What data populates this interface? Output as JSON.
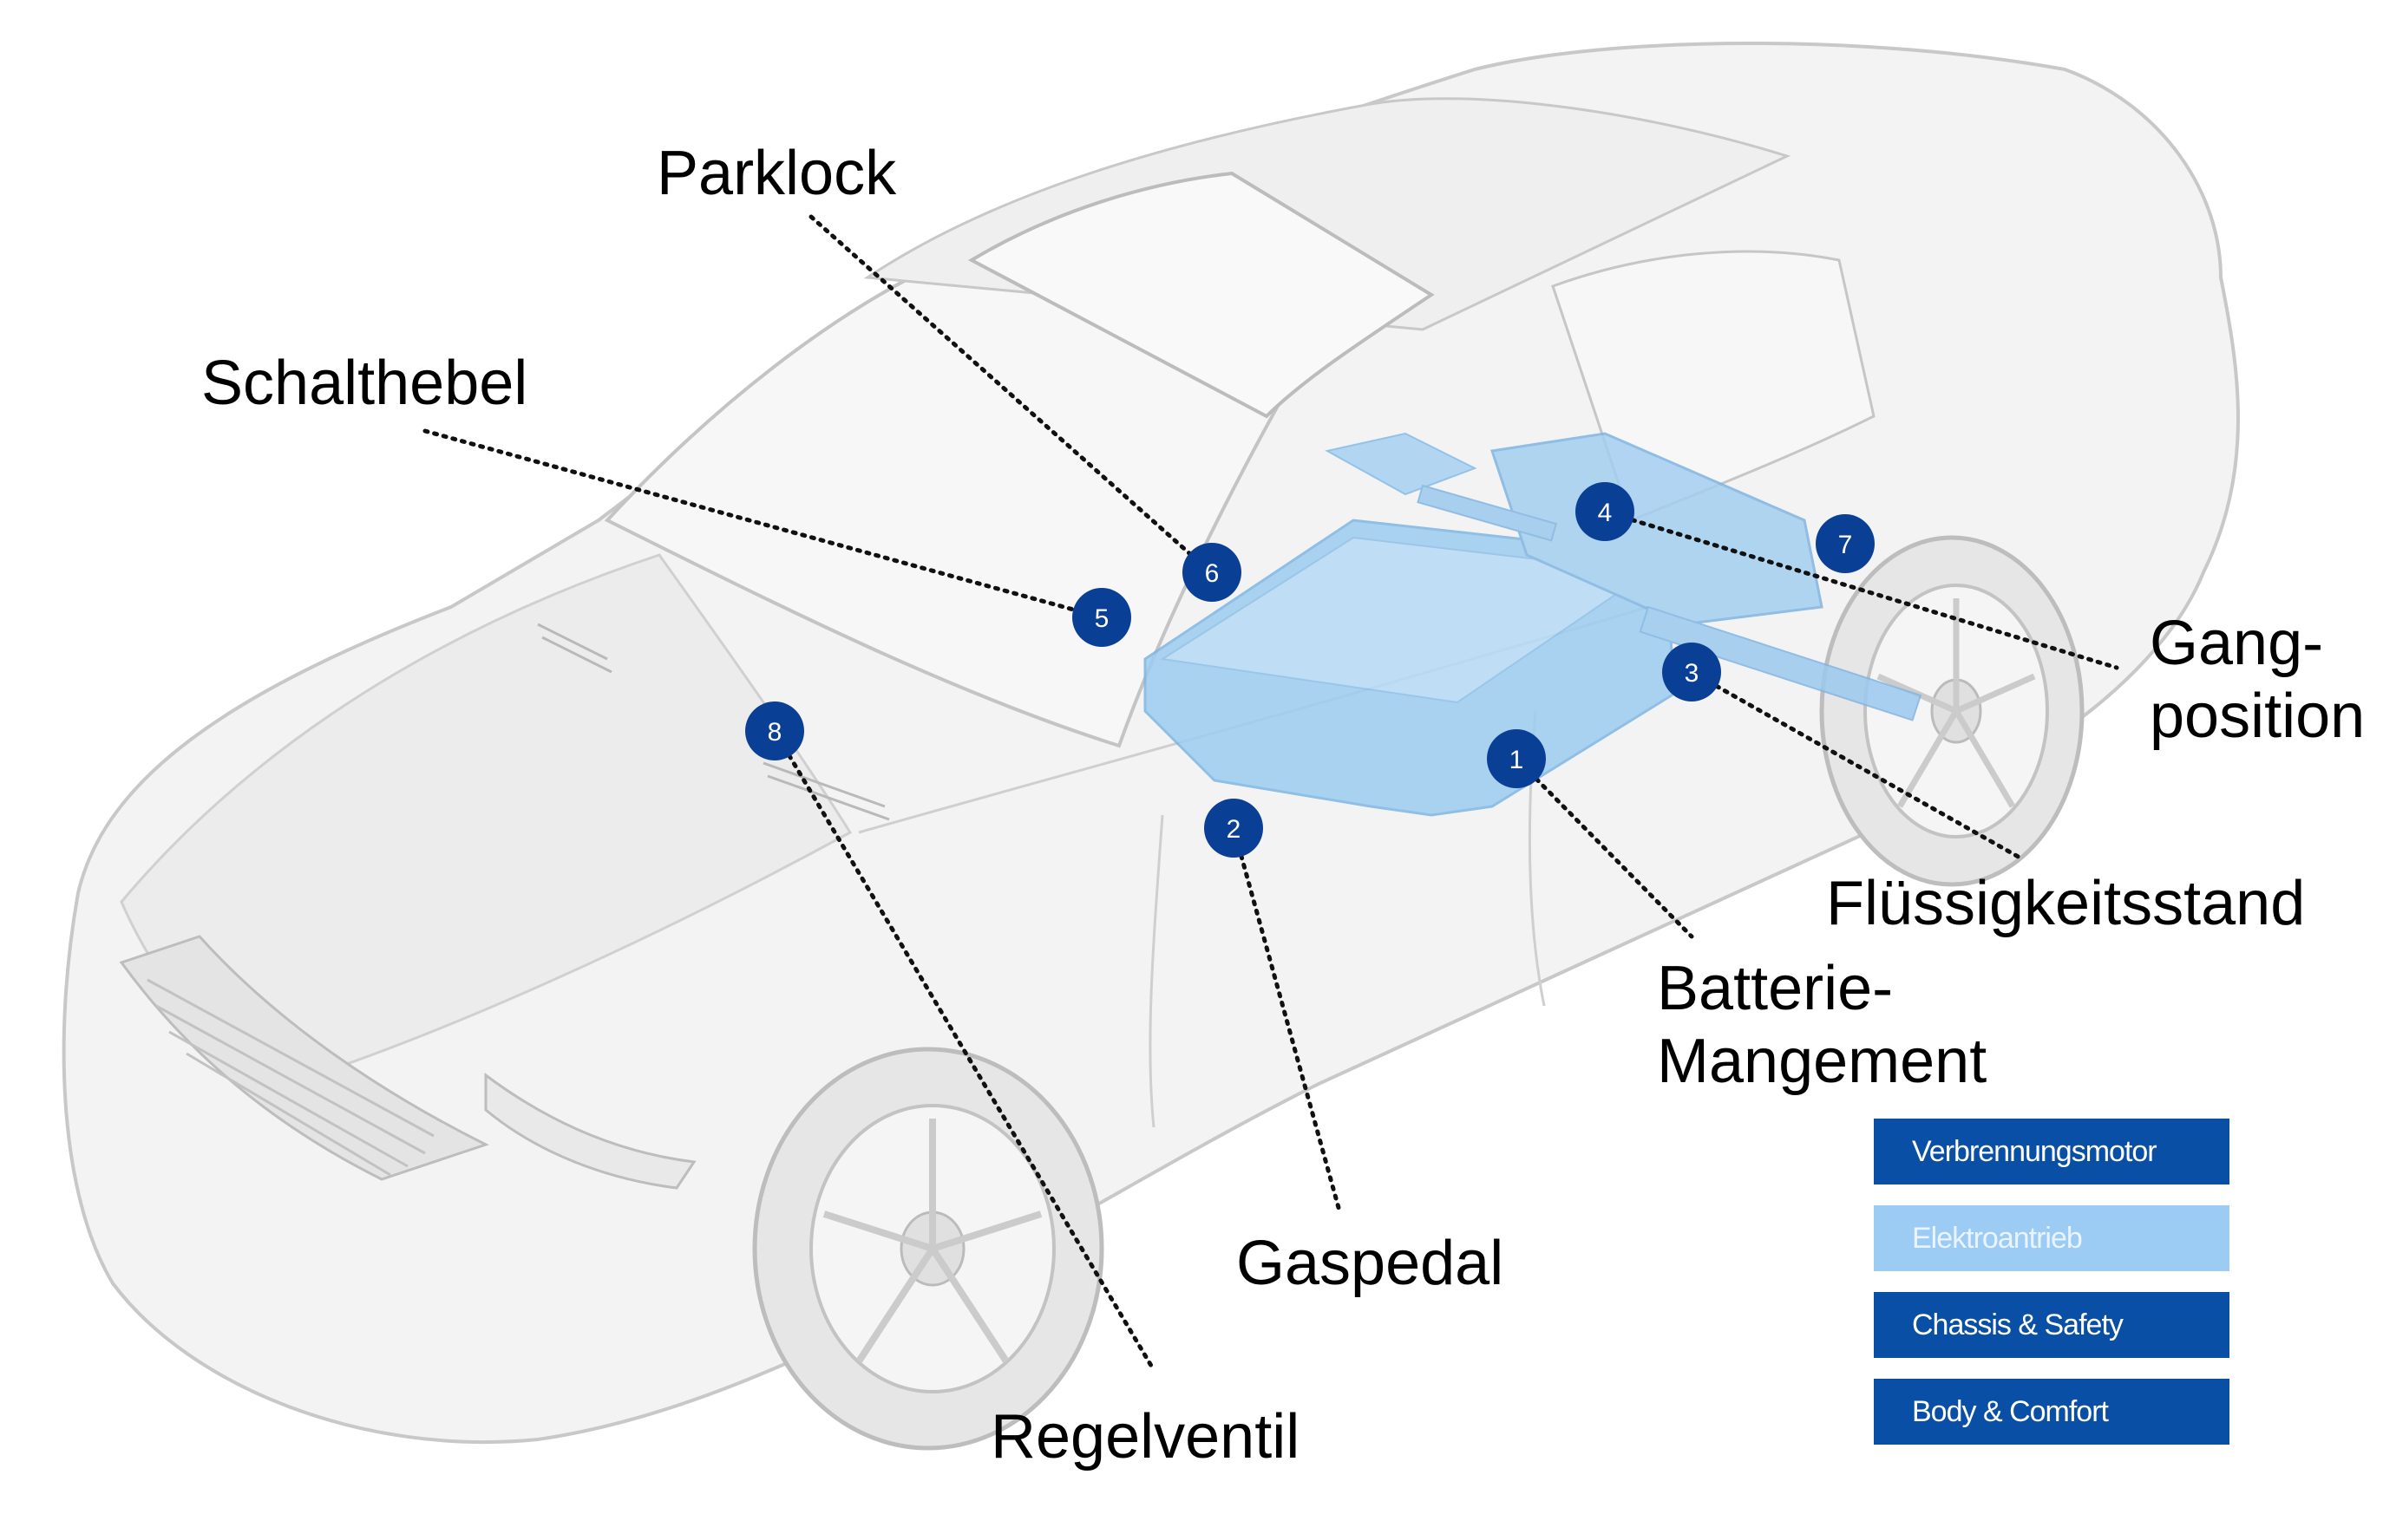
{
  "labels": {
    "parklock": "Parklock",
    "schalthebel": "Schalthebel",
    "gangposition": "Gang-\nposition",
    "fluessigkeitsstand": "Flüssigkeitsstand",
    "batterie": "Batterie-\nMangement",
    "gaspedal": "Gaspedal",
    "regelventil": "Regelventil"
  },
  "markers": [
    "1",
    "2",
    "3",
    "4",
    "5",
    "6",
    "7",
    "8"
  ],
  "legend": {
    "items": [
      {
        "label": "Verbrennungsmotor",
        "bg": "#0a4fa6",
        "fg": "#ffffff"
      },
      {
        "label": "Elektroantrieb",
        "bg": "#9ccbf4",
        "fg": "#eaf4ff"
      },
      {
        "label": "Chassis & Safety",
        "bg": "#0a4fa6",
        "fg": "#ffffff"
      },
      {
        "label": "Body & Comfort",
        "bg": "#0a4fa6",
        "fg": "#ffffff"
      }
    ]
  },
  "colors": {
    "marker_fill": "#0a3f96",
    "battery_blue": "#8fc3ec",
    "car_body": "#f2f2f2",
    "car_line": "#c9c9c9"
  }
}
